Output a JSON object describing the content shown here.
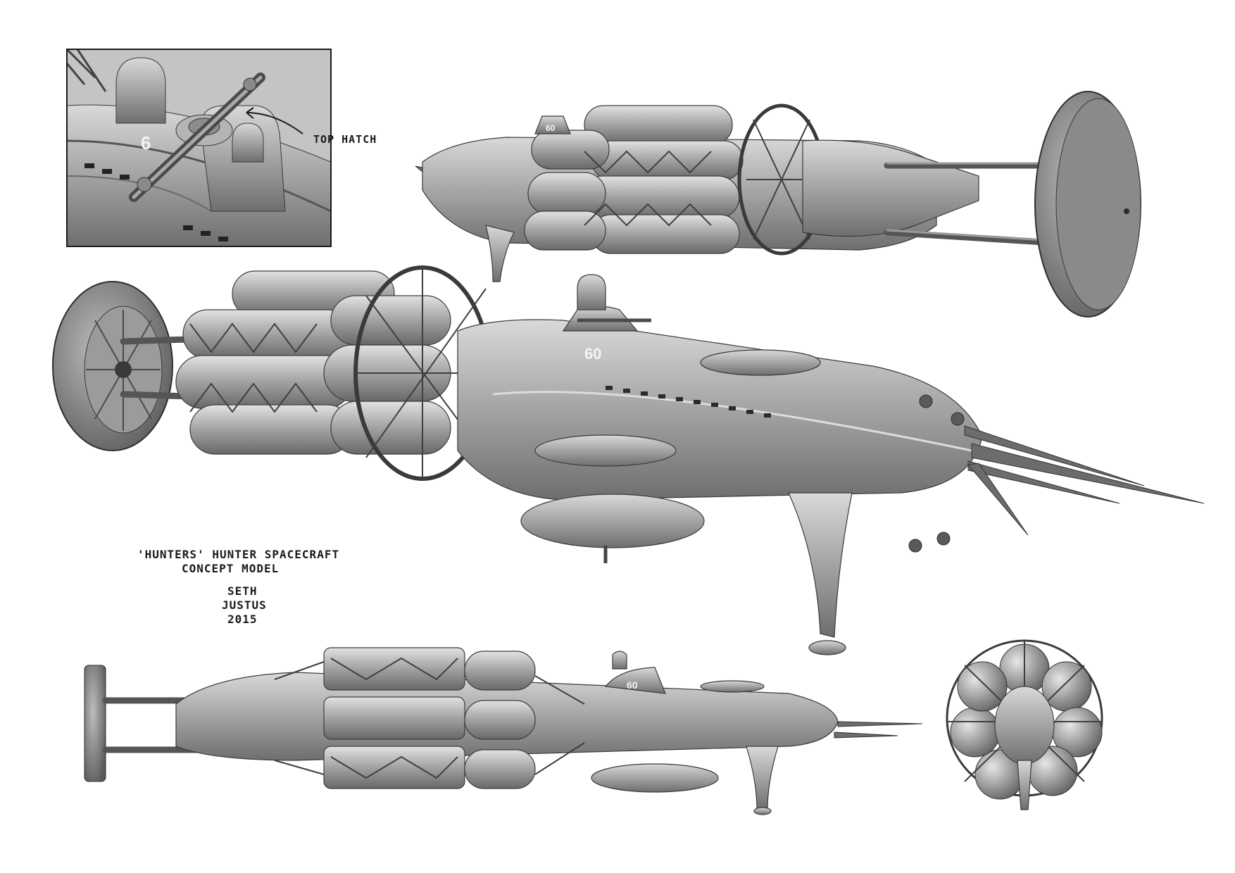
{
  "callout": {
    "label": "TOP HATCH"
  },
  "inset": {
    "hull_number": "6"
  },
  "ship": {
    "hull_number": "60"
  },
  "credits": {
    "title_line1": "'HUNTERS' HUNTER SPACECRAFT",
    "title_line2": "CONCEPT MODEL",
    "author_first": "SETH",
    "author_last": "JUSTUS",
    "year": "2015"
  }
}
